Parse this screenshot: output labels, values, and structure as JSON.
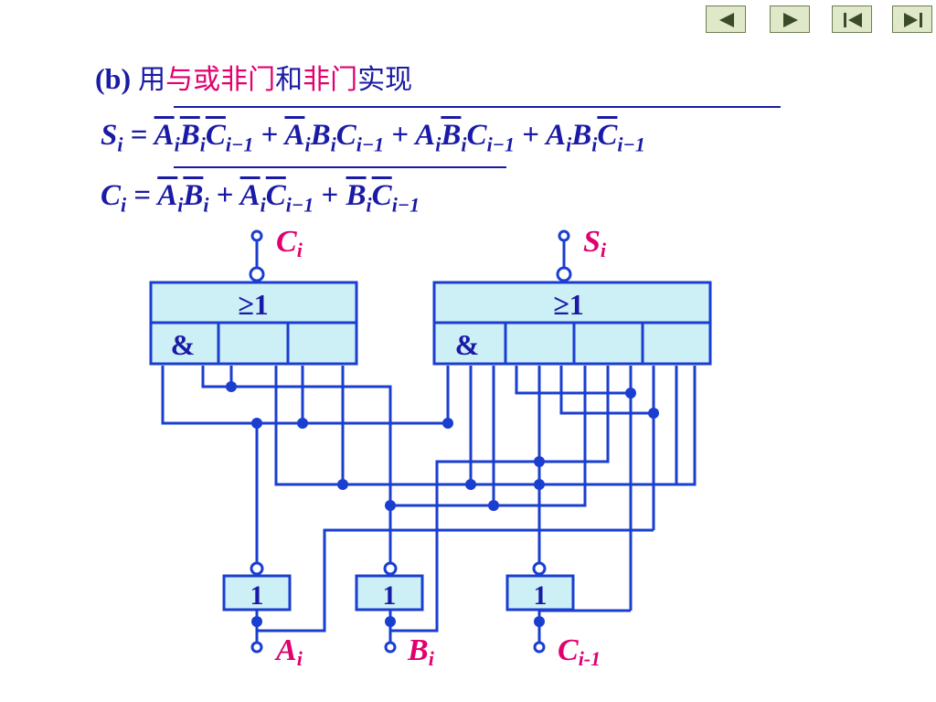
{
  "nav": {
    "prev_icon": "triangle-left-icon",
    "next_icon": "triangle-right-icon",
    "first_icon": "skip-first-icon",
    "last_icon": "skip-last-icon"
  },
  "heading": {
    "prefix": "(b)",
    "w1": "用",
    "w2": "与或非门",
    "w3": "和",
    "w4": "非门",
    "w5": "实现"
  },
  "equations": {
    "s_lhs": "S",
    "c_lhs": "C",
    "sub_i": "i",
    "sub_i1": "i−1",
    "equals": "=",
    "plus": "+",
    "A": "A",
    "B": "B",
    "C": "C"
  },
  "gates": {
    "or_symbol": "≥1",
    "and_symbol": "&",
    "not_symbol": "1"
  },
  "pins": {
    "ci_out": "C",
    "si_out": "S",
    "ai_in": "A",
    "bi_in": "B",
    "ci1_in": "C",
    "sub_i": "i",
    "sub_i1": "i-1"
  },
  "colors": {
    "wire": "#1a3ed0",
    "gate_fill": "#cdeff6",
    "label": "#e0006e",
    "text": "#1a1aa6"
  }
}
